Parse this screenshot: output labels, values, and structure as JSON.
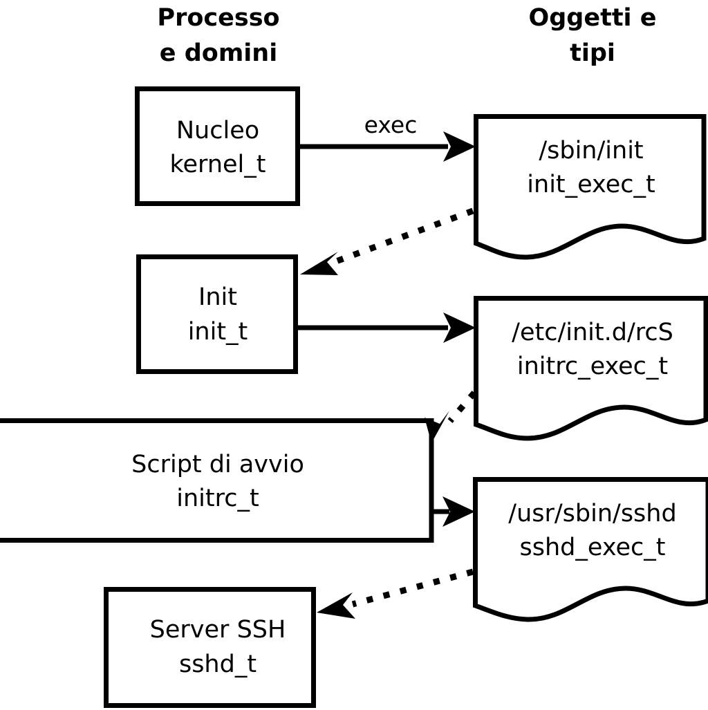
{
  "diagram": {
    "title": "SELinux process domains and object types transition diagram",
    "background_color": "#ffffff",
    "stroke_color": "#000000",
    "columns": [
      {
        "id": "processes",
        "header_line1": "Processo",
        "header_line2": "e domini"
      },
      {
        "id": "objects",
        "header_line1": "Oggetti e",
        "header_line2": "tipi"
      }
    ],
    "nodes": [
      {
        "id": "kernel",
        "shape": "rectangle",
        "column": "processes",
        "line1": "Nucleo",
        "line2": "kernel_t"
      },
      {
        "id": "init-exec",
        "shape": "document",
        "column": "objects",
        "line1": "/sbin/init",
        "line2": "init_exec_t"
      },
      {
        "id": "init",
        "shape": "rectangle",
        "column": "processes",
        "line1": "Init",
        "line2": "init_t"
      },
      {
        "id": "initrc-exec",
        "shape": "document",
        "column": "objects",
        "line1": "/etc/init.d/rcS",
        "line2": "initrc_exec_t"
      },
      {
        "id": "initrc",
        "shape": "rectangle",
        "column": "processes",
        "line1": "Script di avvio",
        "line2": "initrc_t"
      },
      {
        "id": "sshd-exec",
        "shape": "document",
        "column": "objects",
        "line1": "/usr/sbin/sshd",
        "line2": "sshd_exec_t"
      },
      {
        "id": "sshd",
        "shape": "rectangle",
        "column": "processes",
        "line1": "Server SSH",
        "line2": "sshd_t"
      }
    ],
    "edges": [
      {
        "id": "kernel-to-init-exec",
        "from": "kernel",
        "to": "init-exec",
        "style": "solid",
        "label": "exec"
      },
      {
        "id": "init-exec-to-init",
        "from": "init-exec",
        "to": "init",
        "style": "dotted",
        "label": ""
      },
      {
        "id": "init-to-initrc-exec",
        "from": "init",
        "to": "initrc-exec",
        "style": "solid",
        "label": ""
      },
      {
        "id": "initrc-exec-to-initrc",
        "from": "initrc-exec",
        "to": "initrc",
        "style": "dotted",
        "label": ""
      },
      {
        "id": "initrc-to-sshd-exec",
        "from": "initrc",
        "to": "sshd-exec",
        "style": "solid",
        "label": ""
      },
      {
        "id": "sshd-exec-to-sshd",
        "from": "sshd-exec",
        "to": "sshd",
        "style": "dotted",
        "label": ""
      }
    ]
  }
}
